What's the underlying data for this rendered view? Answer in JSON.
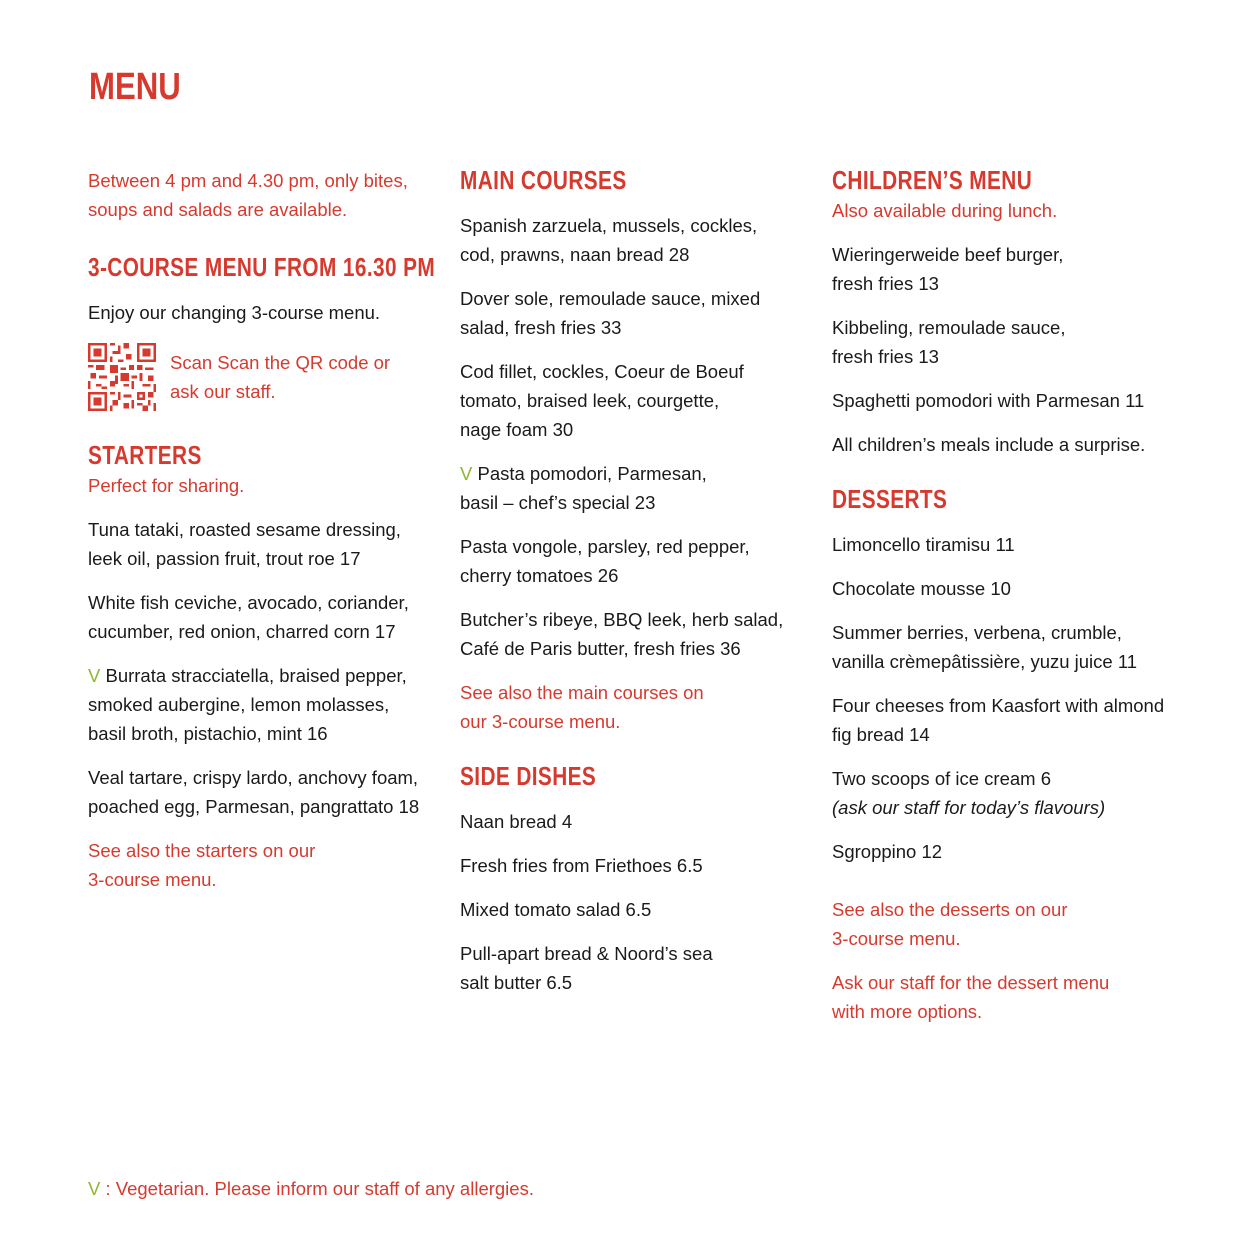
{
  "title": "MENU",
  "col1": {
    "intro": [
      "Between 4 pm and 4.30 pm, only bites,",
      "soups and salads are available."
    ],
    "three_course": {
      "heading": "3-COURSE MENU FROM 16.30 PM",
      "text": "Enjoy our changing 3-course menu.",
      "qr_text": [
        "Scan Scan the QR code or",
        "ask our staff."
      ]
    },
    "starters": {
      "heading": "STARTERS",
      "sub": "Perfect for sharing.",
      "items": [
        {
          "lines": [
            "Tuna tataki, roasted sesame dressing,",
            "leek oil, passion fruit, trout roe 17"
          ],
          "veg": ""
        },
        {
          "lines": [
            "White fish ceviche, avocado, coriander,",
            "cucumber, red onion, charred corn 17"
          ],
          "veg": ""
        },
        {
          "lines": [
            "Burrata stracciatella, braised pepper,",
            "smoked aubergine, lemon molasses,",
            "basil broth, pistachio, mint 16"
          ],
          "veg": "V"
        },
        {
          "lines": [
            "Veal tartare, crispy lardo, anchovy foam,",
            "poached egg, Parmesan, pangrattato 18"
          ],
          "veg": ""
        }
      ],
      "note": [
        "See also the starters on our",
        "3-course menu."
      ]
    }
  },
  "col2": {
    "mains": {
      "heading": "MAIN COURSES",
      "items": [
        {
          "lines": [
            "Spanish zarzuela, mussels, cockles,",
            "cod, prawns, naan bread 28"
          ],
          "veg": ""
        },
        {
          "lines": [
            "Dover sole, remoulade sauce, mixed",
            "salad, fresh fries 33"
          ],
          "veg": ""
        },
        {
          "lines": [
            "Cod fillet, cockles, Coeur de Boeuf",
            "tomato, braised leek, courgette,",
            "nage foam 30"
          ],
          "veg": ""
        },
        {
          "lines": [
            "Pasta pomodori, Parmesan,",
            "basil – chef’s special 23"
          ],
          "veg": "V"
        },
        {
          "lines": [
            "Pasta vongole, parsley, red pepper,",
            "cherry tomatoes 26"
          ],
          "veg": ""
        },
        {
          "lines": [
            "Butcher’s ribeye, BBQ leek, herb salad,",
            "Café de Paris butter, fresh fries 36"
          ],
          "veg": ""
        }
      ],
      "note": [
        "See also the main courses on",
        "our 3-course menu."
      ]
    },
    "sides": {
      "heading": "SIDE DISHES",
      "items": [
        {
          "lines": [
            "Naan bread 4"
          ],
          "veg": ""
        },
        {
          "lines": [
            "Fresh fries from Friethoes 6.5"
          ],
          "veg": ""
        },
        {
          "lines": [
            "Mixed tomato salad 6.5"
          ],
          "veg": ""
        },
        {
          "lines": [
            "Pull-apart bread & Noord’s sea",
            "salt butter 6.5"
          ],
          "veg": ""
        }
      ]
    }
  },
  "col3": {
    "children": {
      "heading": "CHILDREN’S MENU",
      "sub": "Also available during lunch.",
      "items": [
        {
          "lines": [
            "Wieringerweide beef burger,",
            "fresh fries 13"
          ],
          "veg": ""
        },
        {
          "lines": [
            "Kibbeling, remoulade sauce,",
            "fresh fries 13"
          ],
          "veg": ""
        },
        {
          "lines": [
            "Spaghetti pomodori with Parmesan 11"
          ],
          "veg": ""
        },
        {
          "lines": [
            "All children’s meals include a surprise."
          ],
          "veg": ""
        }
      ]
    },
    "desserts": {
      "heading": "DESSERTS",
      "items": [
        {
          "lines": [
            "Limoncello tiramisu 11"
          ],
          "veg": ""
        },
        {
          "lines": [
            "Chocolate mousse 10"
          ],
          "veg": ""
        },
        {
          "lines": [
            "Summer berries, verbena, crumble,",
            "vanilla crèmepâtissière, yuzu juice 11"
          ],
          "veg": ""
        },
        {
          "lines": [
            "Four cheeses from Kaasfort with almond",
            "fig bread 14"
          ],
          "veg": ""
        },
        {
          "lines": [
            "Two scoops of ice cream 6"
          ],
          "italic": "(ask our staff for today’s flavours)",
          "veg": ""
        },
        {
          "lines": [
            "Sgroppino 12"
          ],
          "veg": ""
        }
      ],
      "note1": [
        "See also the desserts on our",
        "3-course menu."
      ],
      "note2": [
        "Ask our staff for the dessert menu",
        "with more options."
      ]
    }
  },
  "footer": {
    "veg_mark": "V",
    "text": " : Vegetarian. Please inform our staff of any allergies."
  },
  "colors": {
    "accent": "#d63a2f",
    "veg": "#8dba2c",
    "text": "#1a1a1a"
  }
}
